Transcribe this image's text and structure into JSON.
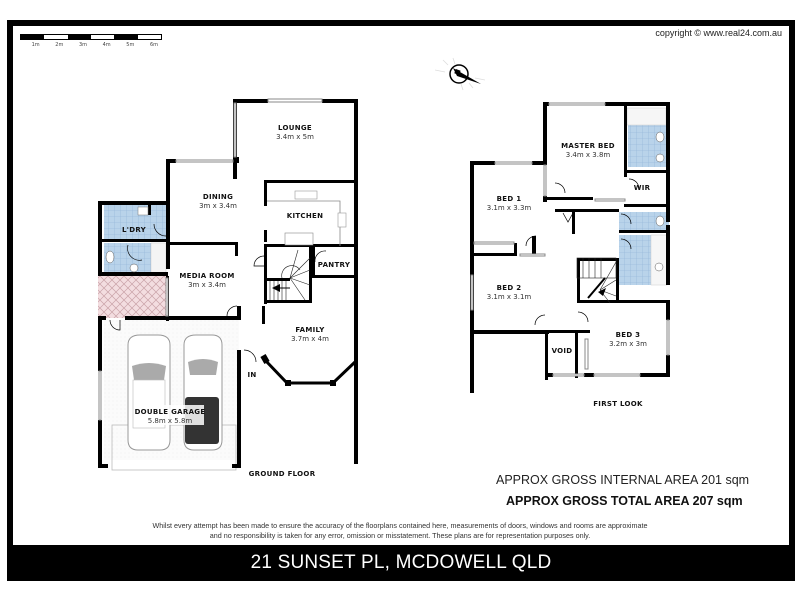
{
  "header": {
    "copyright": "copyright © www.real24.com.au",
    "scale_bar": {
      "labels": [
        "1m",
        "2m",
        "3m",
        "4m",
        "5m",
        "6m"
      ]
    },
    "compass": "north-arrow"
  },
  "ground_floor": {
    "title": "GROUND FLOOR",
    "rooms": [
      {
        "name": "LOUNGE",
        "dims": "3.4m x 5m"
      },
      {
        "name": "DINING",
        "dims": "3m x 3.4m"
      },
      {
        "name": "KITCHEN",
        "dims": ""
      },
      {
        "name": "L'DRY",
        "dims": ""
      },
      {
        "name": "PANTRY",
        "dims": ""
      },
      {
        "name": "MEDIA ROOM",
        "dims": "3m x 3.4m"
      },
      {
        "name": "FAMILY",
        "dims": "3.7m x 4m"
      },
      {
        "name": "DOUBLE GARAGE",
        "dims": "5.8m x 5.8m"
      }
    ],
    "entry_label": "IN"
  },
  "first_floor": {
    "title": "FIRST LOOK",
    "rooms": [
      {
        "name": "MASTER BED",
        "dims": "3.4m x 3.8m"
      },
      {
        "name": "WIR",
        "dims": ""
      },
      {
        "name": "BED 1",
        "dims": "3.1m x 3.3m"
      },
      {
        "name": "BED 2",
        "dims": "3.1m x 3.1m"
      },
      {
        "name": "BED 3",
        "dims": "3.2m x 3m"
      },
      {
        "name": "VOID",
        "dims": ""
      }
    ]
  },
  "areas": {
    "internal": "APPROX GROSS INTERNAL AREA 201 sqm",
    "total": "APPROX GROSS TOTAL AREA 207 sqm"
  },
  "disclaimer": {
    "line1": "Whilst every attempt has been made to ensure the accuracy of the floorplans contained here, measurements of doors, windows and rooms are approximate",
    "line2": "and no responsibility is taken for any error, omission or misstatement. These plans are for representation purposes only."
  },
  "banner": {
    "address": "21 SUNSET PL, MCDOWELL  QLD"
  },
  "colors": {
    "wet_area": "#b9d3ea",
    "tile_grid": "#8fb2d6",
    "patio": "#f3dde0",
    "patio_lattice": "#c9a2a8",
    "wall": "#000000"
  }
}
